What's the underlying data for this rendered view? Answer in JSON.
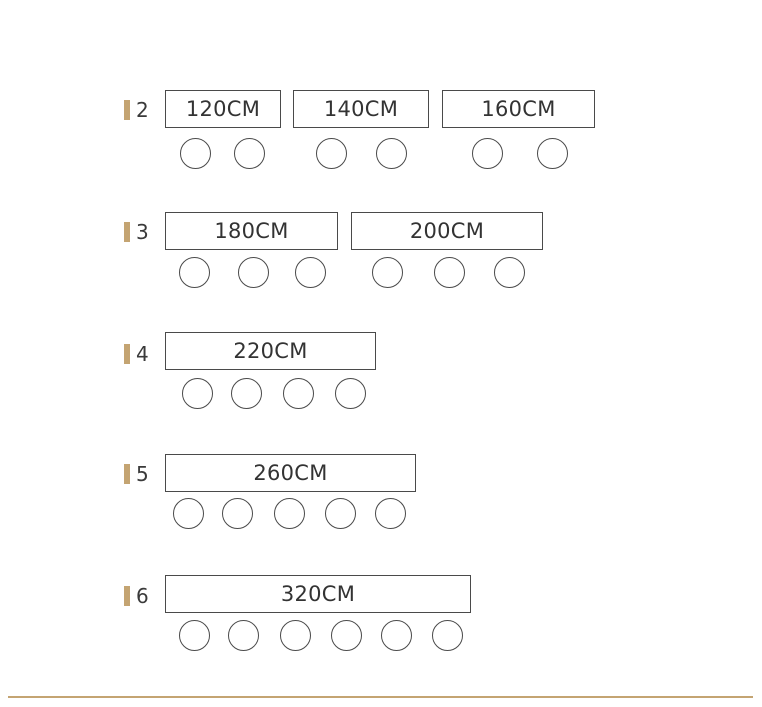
{
  "accent_color": "#c4a472",
  "groups": [
    {
      "seats": "2",
      "tables": [
        {
          "size": "120CM"
        },
        {
          "size": "140CM"
        },
        {
          "size": "160CM"
        }
      ]
    },
    {
      "seats": "3",
      "tables": [
        {
          "size": "180CM"
        },
        {
          "size": "200CM"
        }
      ]
    },
    {
      "seats": "4",
      "tables": [
        {
          "size": "220CM"
        }
      ]
    },
    {
      "seats": "5",
      "tables": [
        {
          "size": "260CM"
        }
      ]
    },
    {
      "seats": "6",
      "tables": [
        {
          "size": "320CM"
        }
      ]
    }
  ]
}
